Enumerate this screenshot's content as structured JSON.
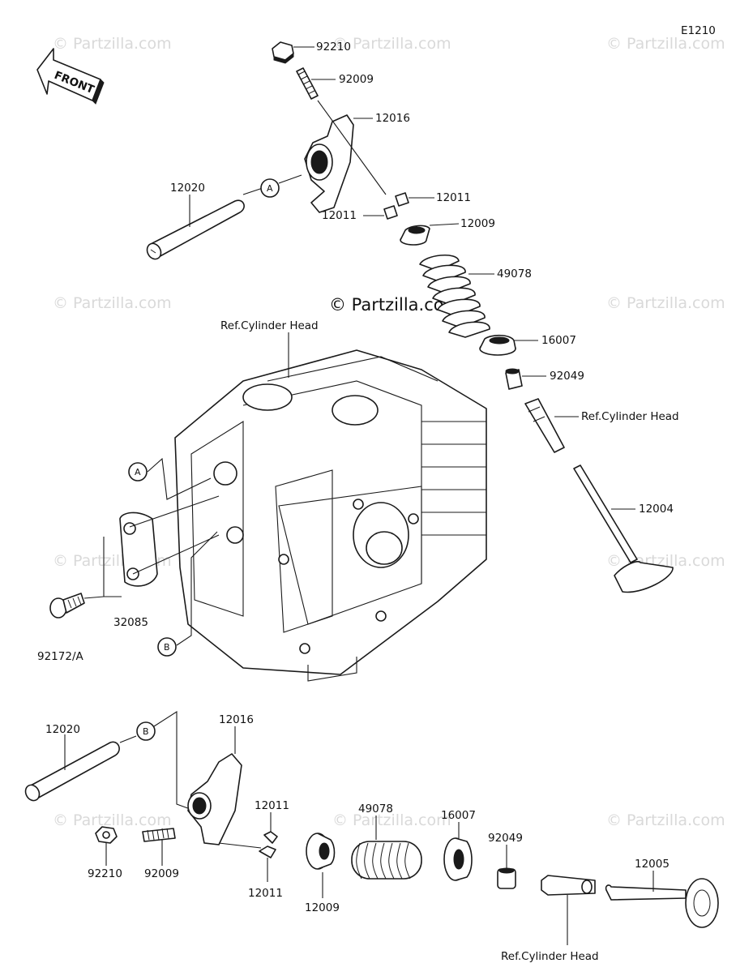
{
  "diagram_code": "E1210",
  "front_label": "FRONT",
  "copyright_center": "© Partzilla.com",
  "watermark": "© Partzilla.com",
  "ref_cylinder_head": "Ref.Cylinder Head",
  "upper": {
    "p92210": "92210",
    "p92009": "92009",
    "p12016": "12016",
    "p12020": "12020",
    "p12011_a": "12011",
    "p12011_b": "12011",
    "p12009": "12009",
    "p49078": "49078",
    "p16007": "16007",
    "p92049": "92049",
    "p12004": "12004",
    "p32085": "32085",
    "p92172": "92172/A",
    "circle_a": "A",
    "circle_b": "B",
    "circle_a2": "A"
  },
  "lower": {
    "p12020": "12020",
    "circle_b": "B",
    "p12016": "12016",
    "p92210": "92210",
    "p92009": "92009",
    "p12011_a": "12011",
    "p12011_b": "12011",
    "p12009": "12009",
    "p49078": "49078",
    "p16007": "16007",
    "p92049": "92049",
    "p12005": "12005"
  }
}
